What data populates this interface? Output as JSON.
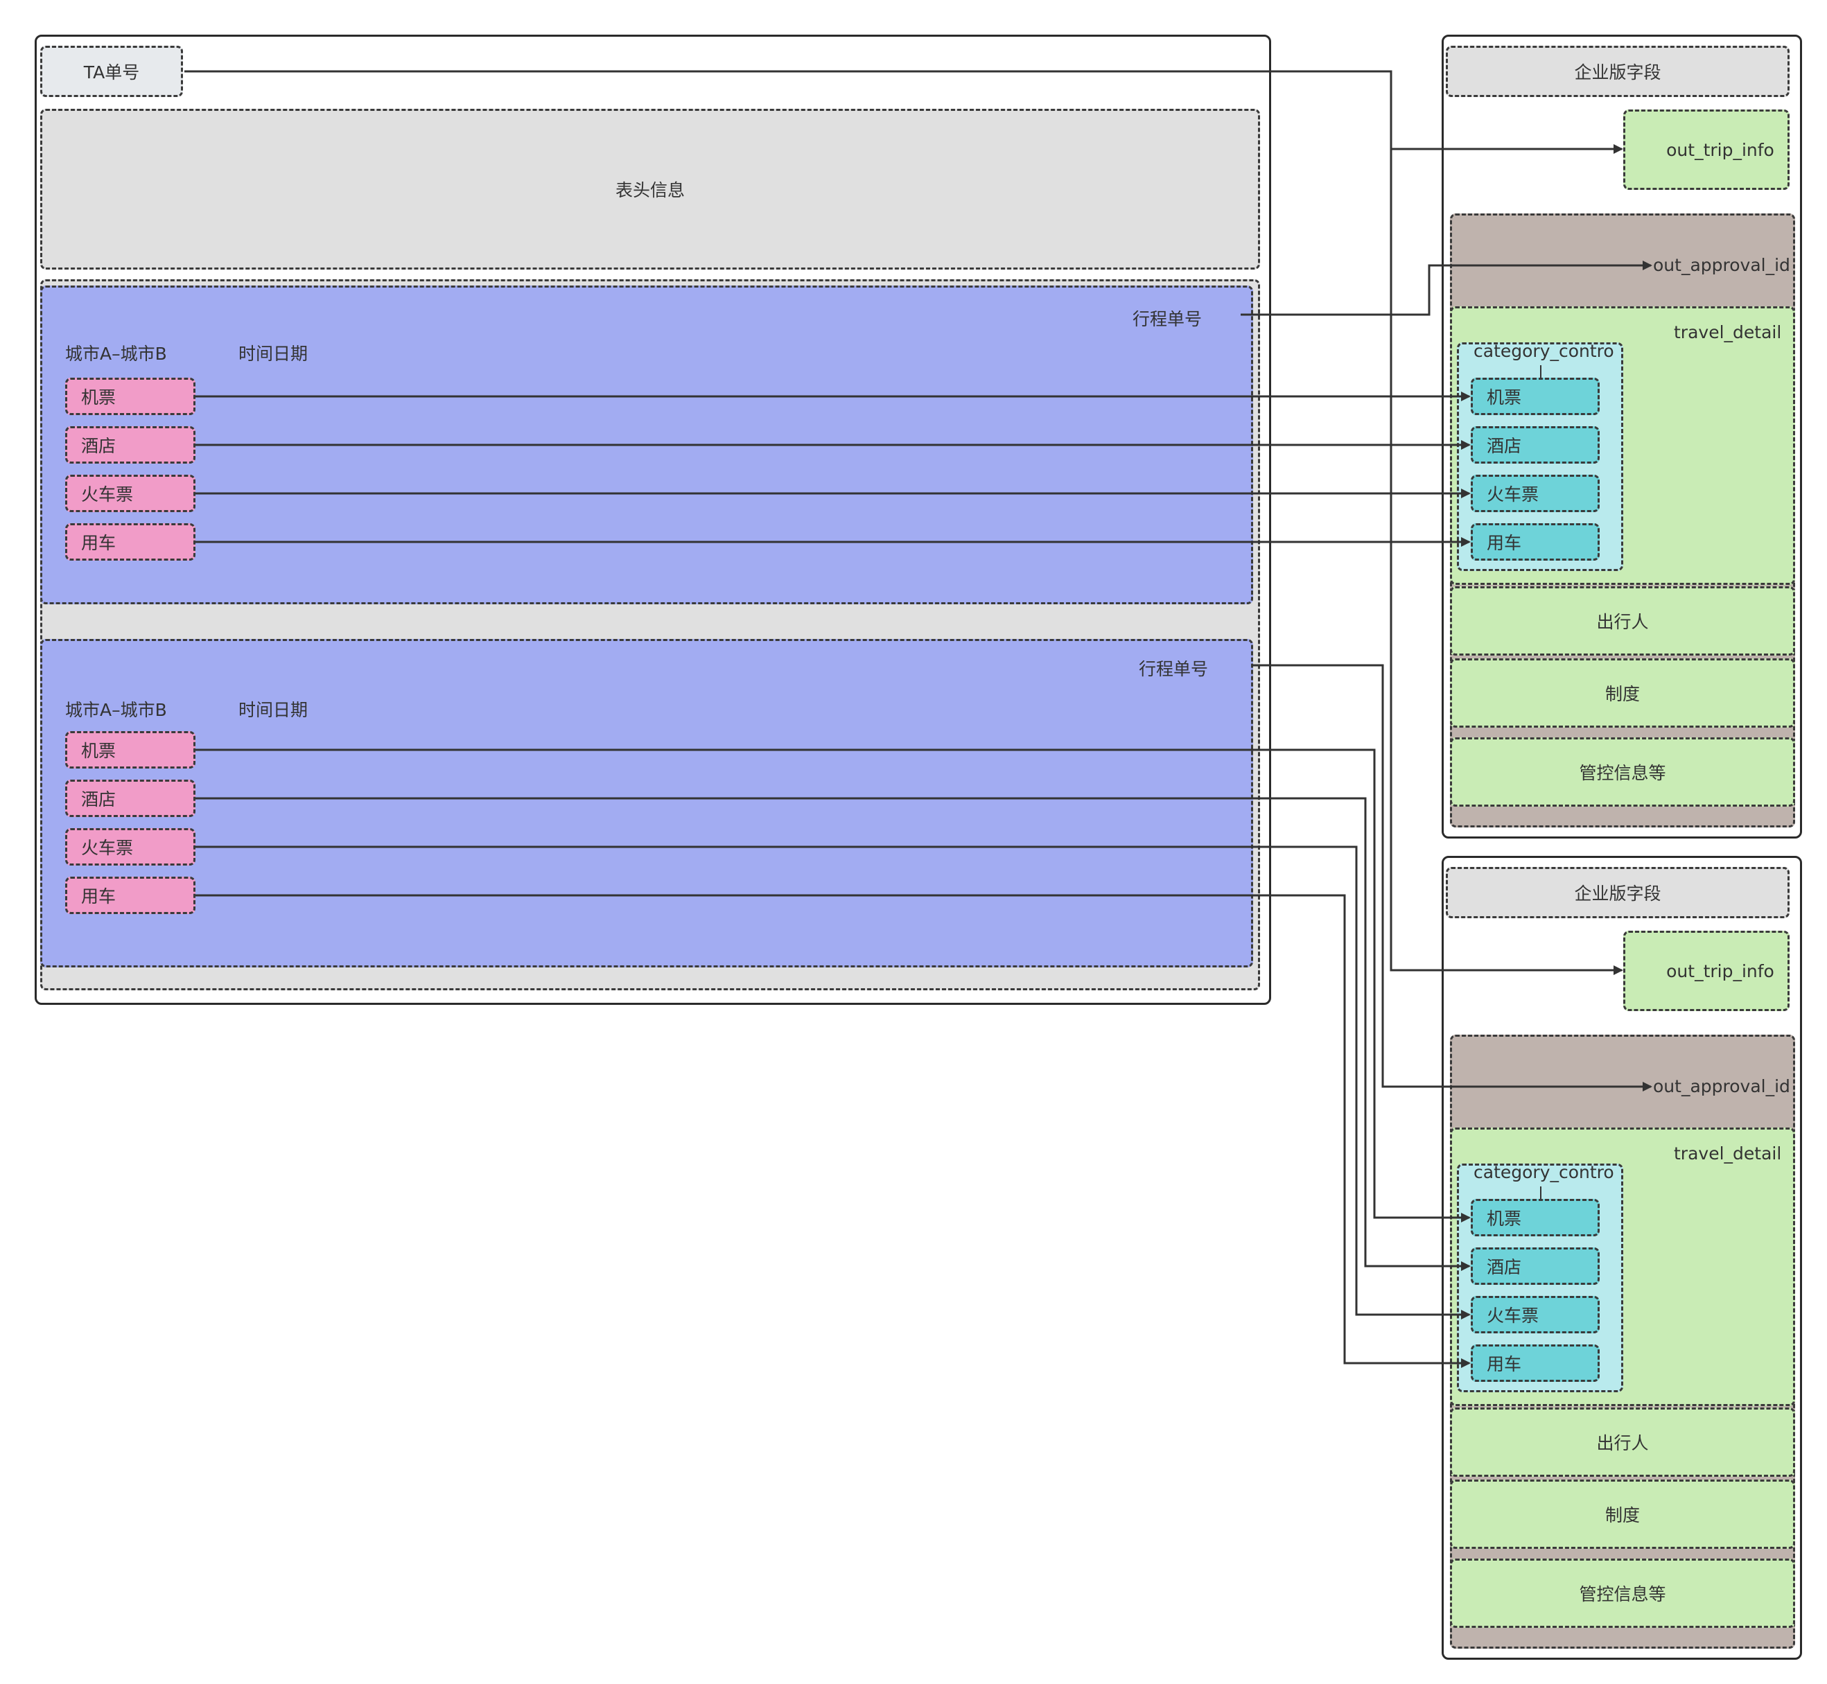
{
  "left": {
    "ta_no": "TA单号",
    "header_info": "表头信息",
    "trips": [
      {
        "trip_no": "行程单号",
        "route": "城市A–城市B",
        "date": "时间日期",
        "items": [
          "机票",
          "酒店",
          "火车票",
          "用车"
        ]
      },
      {
        "trip_no": "行程单号",
        "route": "城市A–城市B",
        "date": "时间日期",
        "items": [
          "机票",
          "酒店",
          "火车票",
          "用车"
        ]
      }
    ]
  },
  "right": [
    {
      "enterprise_field": "企业版字段",
      "out_trip_info": "out_trip_info",
      "out_approval_id": "out_approval_id",
      "travel_detail": "travel_detail",
      "category_control": "category_contro",
      "items": [
        "机票",
        "酒店",
        "火车票",
        "用车"
      ],
      "traveler": "出行人",
      "policy": "制度",
      "control_info": "管控信息等"
    },
    {
      "enterprise_field": "企业版字段",
      "out_trip_info": "out_trip_info",
      "out_approval_id": "out_approval_id",
      "travel_detail": "travel_detail",
      "category_control": "category_contro",
      "items": [
        "机票",
        "酒店",
        "火车票",
        "用车"
      ],
      "traveler": "出行人",
      "policy": "制度",
      "control_info": "管控信息等"
    }
  ],
  "colors": {
    "trip_block": "#a2acf2",
    "left_item": "#f19cc8",
    "right_item": "#6ed3d9",
    "category_area": "#b9eaed",
    "detail_area": "#c9ecb5",
    "approval_area": "#bfb3ad",
    "header_area": "#e0e0e0",
    "line": "#333333"
  }
}
